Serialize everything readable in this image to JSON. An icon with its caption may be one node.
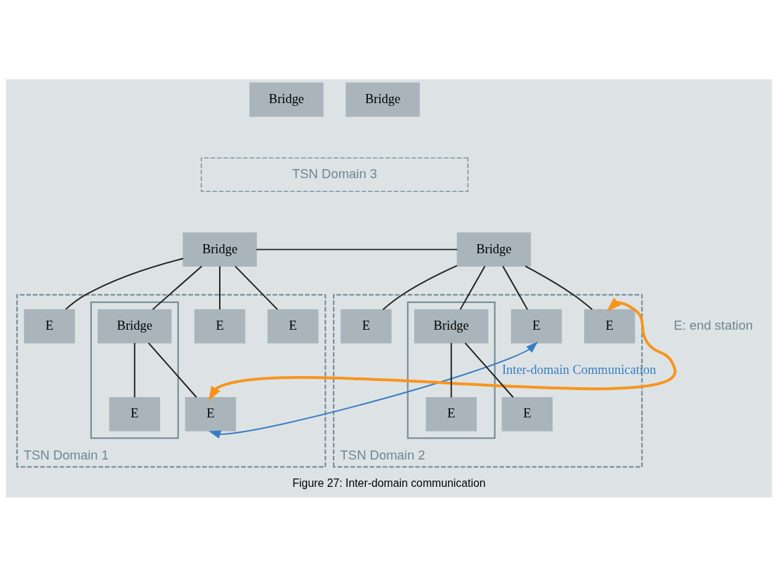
{
  "diagram": {
    "caption": "Figure 27: Inter-domain communication",
    "nodes": [
      {
        "text": [
          "Bridge"
        ]
      },
      {
        "text": [
          "Bridge"
        ]
      },
      {
        "text": [
          "TSN Domain 3"
        ]
      },
      {
        "text": [
          "Bridge"
        ]
      },
      {
        "text": [
          "Bridge"
        ]
      },
      {
        "text": [
          "TSN Domain 1"
        ]
      },
      {
        "text": [
          "E"
        ],
        "in": 5
      },
      {
        "text": [],
        "shape": "box",
        "in": 5
      },
      {
        "text": [
          "Bridge"
        ],
        "in": 7
      },
      {
        "text": [
          "E"
        ],
        "in": 7
      },
      {
        "text": [
          "E"
        ],
        "in": 5
      },
      {
        "text": [
          "E"
        ],
        "in": 5
      },
      {
        "text": [
          "E"
        ],
        "in": 5
      },
      {
        "text": [
          "TSN Domain 2"
        ]
      },
      {
        "text": [
          "E"
        ],
        "in": 13
      },
      {
        "text": [],
        "shape": "box",
        "in": 13
      },
      {
        "text": [
          "Bridge"
        ],
        "in": 15
      },
      {
        "text": [
          "E"
        ],
        "in": 15
      },
      {
        "text": [
          "E"
        ],
        "in": 13
      },
      {
        "text": [
          "E"
        ],
        "in": 13
      },
      {
        "text": [
          "E"
        ],
        "in": 13
      }
    ],
    "edges": [
      {
        "from": 3,
        "to": 4,
        "arrow": "none"
      },
      {
        "from": 6,
        "to": 3,
        "arrow": "none"
      },
      {
        "from": 10,
        "to": 8,
        "arrow": "none"
      },
      {
        "from": 8,
        "to": 3,
        "arrow": "none"
      },
      {
        "from": 8,
        "to": 9,
        "arrow": "none"
      },
      {
        "from": 11,
        "to": 3,
        "arrow": "none"
      },
      {
        "from": 12,
        "to": 3,
        "arrow": "none"
      },
      {
        "from": 14,
        "to": 4,
        "arrow": "none"
      },
      {
        "from": 18,
        "to": 16,
        "arrow": "none"
      },
      {
        "from": 16,
        "to": 4,
        "arrow": "none"
      },
      {
        "from": 16,
        "to": 17,
        "arrow": "none"
      },
      {
        "from": 19,
        "to": 4,
        "arrow": "none"
      },
      {
        "from": 20,
        "to": 4,
        "arrow": "none"
      },
      {
        "from": 10,
        "to": 20,
        "arrow": "both",
        "style": "thick",
        "color": "#f7941d"
      },
      {
        "from": 10,
        "to": 19,
        "arrow": "both",
        "label": "Inter-domain Communication",
        "color": "#3b7dc4"
      }
    ],
    "labels": [
      "E: end station"
    ]
  }
}
